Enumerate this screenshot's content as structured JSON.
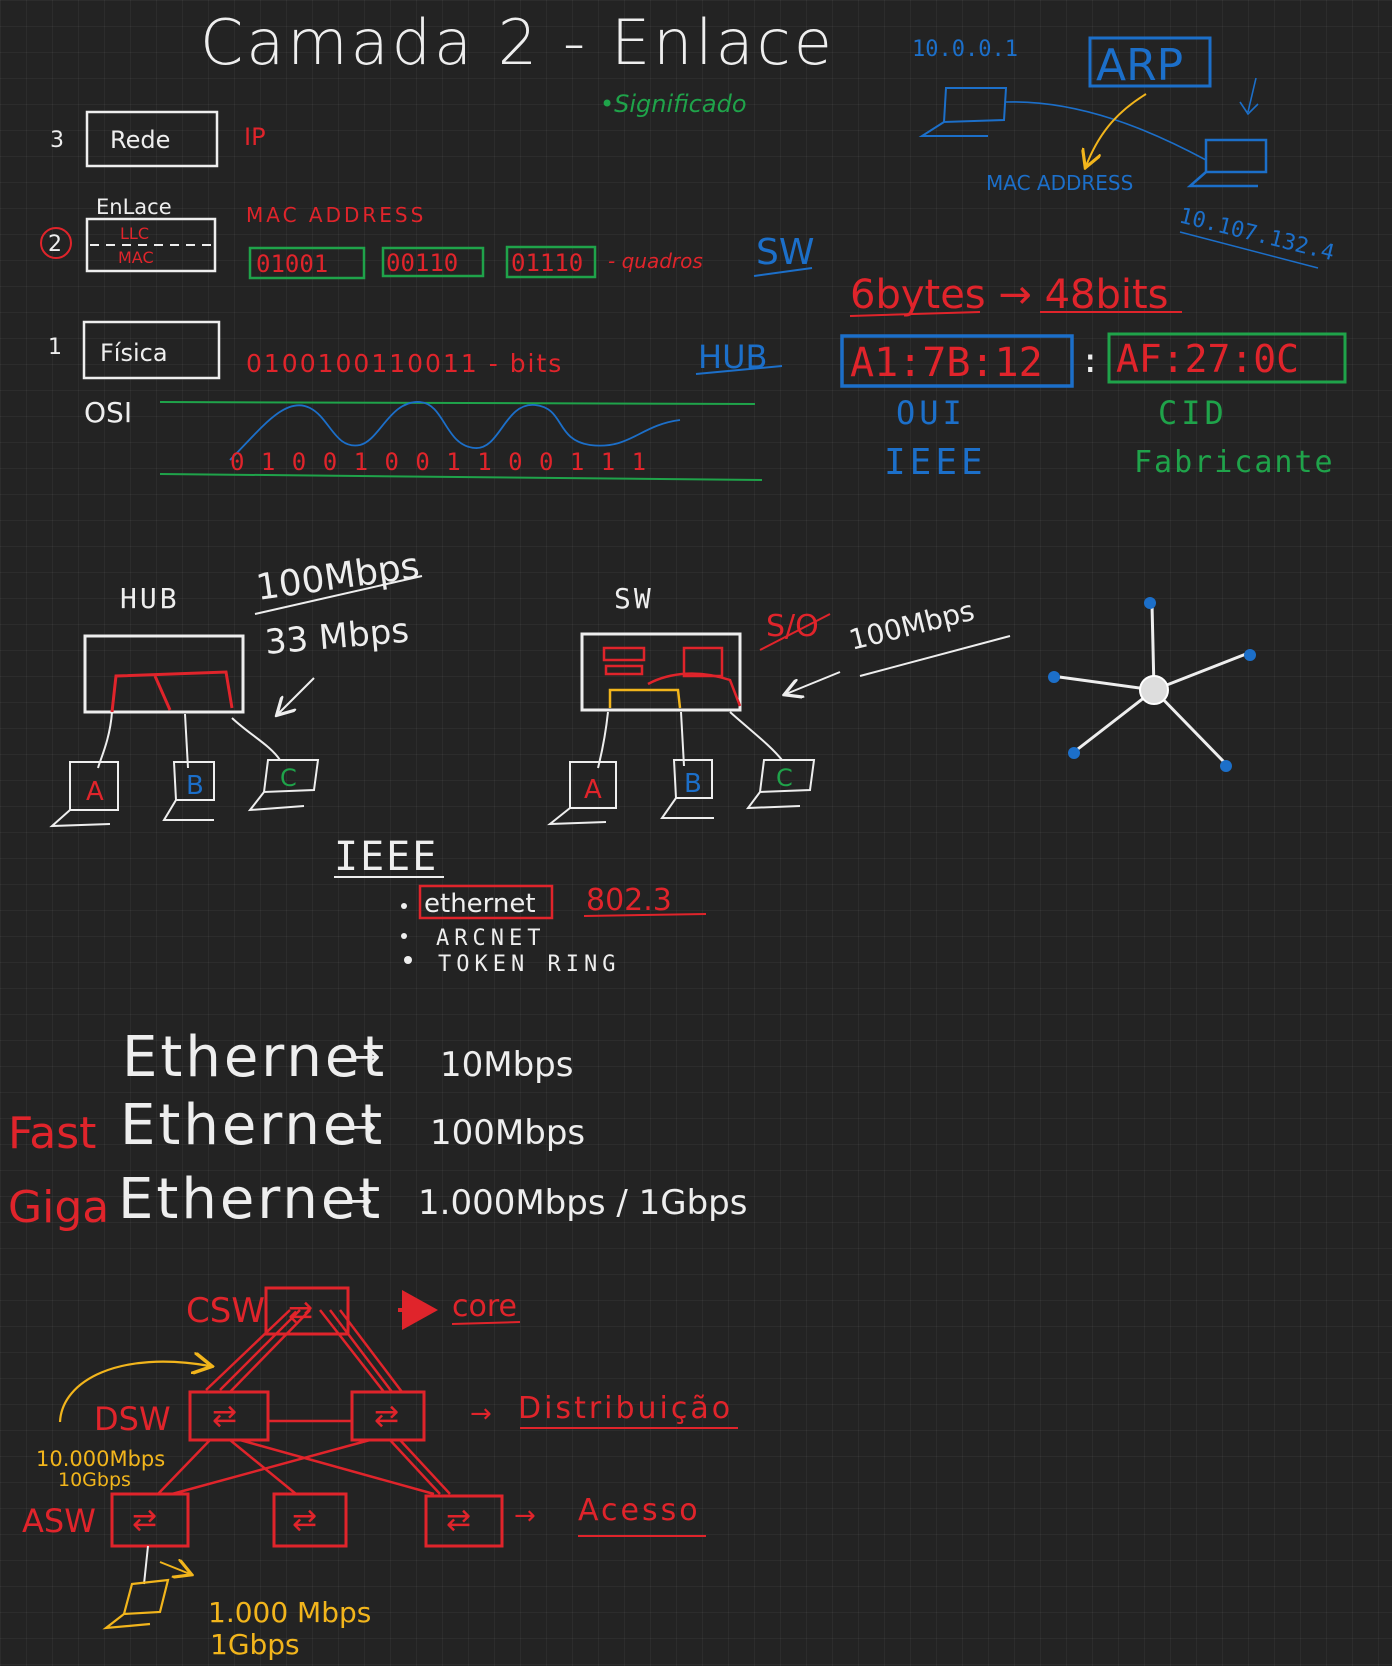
{
  "colors": {
    "white": "#eeeeee",
    "red": "#e0242b",
    "green": "#1fa34a",
    "blue": "#1c6fc9",
    "yellow": "#f2b51c"
  },
  "title": "Camada 2 - Enlace",
  "subtitle": "•Significado",
  "osi": {
    "label": "OSI",
    "layers": [
      {
        "num": "3",
        "name": "Rede",
        "example": "IP"
      },
      {
        "num": "2",
        "name_above": "EnLace",
        "sub_top": "LLC",
        "sub_bottom": "MAC",
        "example": "MAC ADDRESS"
      },
      {
        "num": "1",
        "name": "Física",
        "example": "0100100110011 - bits",
        "device": "HUB"
      }
    ],
    "frames": [
      "01001",
      "00110",
      "01110"
    ],
    "frames_note": "- quadros",
    "frames_device": "SW",
    "signal_bits": "0 1 0 0 1 0 0 1 1 0 0 1 1 1"
  },
  "arp": {
    "label": "ARP",
    "ip_left": "10.0.0.1",
    "ip_right": "10.107.132.4",
    "mac_label": "MAC ADDRESS"
  },
  "mac_address": {
    "size": "6bytes → 48bits",
    "oui": "A1:7B:12",
    "separator": ":",
    "cid": "AF:27:0C",
    "oui_label": "OUI",
    "oui_org": "IEEE",
    "cid_label": "CID",
    "cid_org": "Fabricante"
  },
  "hub": {
    "label": "HUB",
    "speed": "100Mbps",
    "shared": "33 Mbps",
    "hosts": [
      "A",
      "B",
      "C"
    ]
  },
  "switch": {
    "label": "SW",
    "crossed": "S/O",
    "speed": "100Mbps",
    "hosts": [
      "A",
      "B",
      "C"
    ]
  },
  "ieee": {
    "title": "IEEE",
    "standards": [
      "ethernet",
      "ARCNET",
      "TOKEN RING"
    ],
    "ethernet_code": "802.3"
  },
  "ethernet_speeds": [
    {
      "prefix": "",
      "name": "Ethernet",
      "arrow": "→",
      "speed": "10Mbps"
    },
    {
      "prefix": "Fast",
      "name": "Ethernet",
      "arrow": "→",
      "speed": "100Mbps"
    },
    {
      "prefix": "Giga",
      "name": "Ethernet",
      "arrow": "→",
      "speed": "1.000Mbps / 1Gbps"
    }
  ],
  "hierarchy": {
    "csw": "CSW",
    "csw_desc": "core",
    "dsw": "DSW",
    "dsw_desc": "Distribuição",
    "asw": "ASW",
    "asw_desc": "Acesso",
    "uplink_speed": "10.000Mbps",
    "uplink_speed2": "10Gbps",
    "access_speed": "1.000 Mbps",
    "access_speed2": "1Gbps",
    "arrow": "→"
  }
}
